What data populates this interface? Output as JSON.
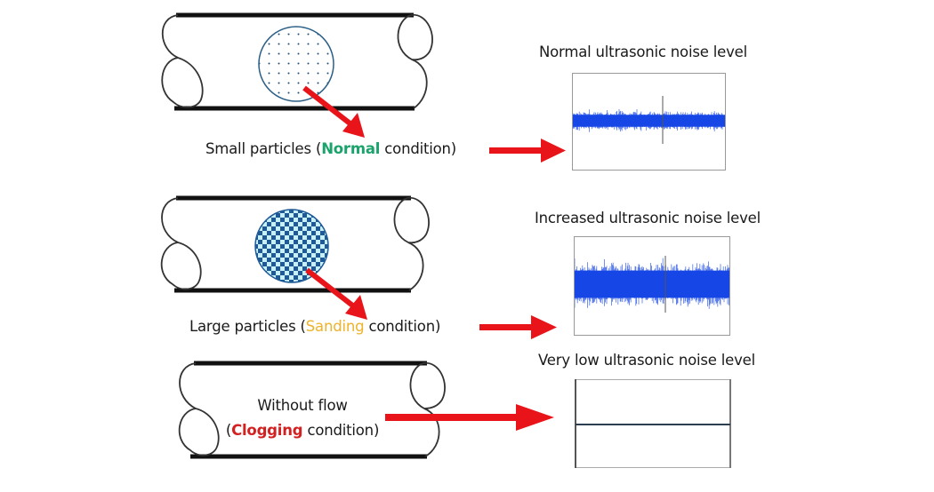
{
  "diagram": {
    "title_hidden": "",
    "colors": {
      "arrow": "#e8141a",
      "pipe_stroke": "#111111",
      "signal": "#1747e6",
      "checker_dark": "#1f5a96",
      "checker_light": "#c8f0f8",
      "dots": "#1f4f7a",
      "normal": "#1aa36a",
      "sanding": "#f0b22a",
      "clogging": "#d32020"
    },
    "rows": [
      {
        "id": "normal",
        "particle_pattern": "fine-dots",
        "label_prefix": "Small particles (",
        "label_highlight": "Normal",
        "label_suffix": " condition)",
        "signal_title": "Normal ultrasonic noise level",
        "signal_level": "normal"
      },
      {
        "id": "sanding",
        "particle_pattern": "checkerboard",
        "label_prefix": "Large particles (",
        "label_highlight": "Sanding",
        "label_suffix": " condition)",
        "signal_title": "Increased ultrasonic noise level",
        "signal_level": "increased"
      },
      {
        "id": "clogging",
        "particle_pattern": "none",
        "label_line1": "Without flow",
        "label_prefix": "(",
        "label_highlight": "Clogging",
        "label_suffix": " condition)",
        "signal_title": "Very low ultrasonic noise level",
        "signal_level": "flat"
      }
    ]
  },
  "chart_data": [
    {
      "type": "line",
      "title": "Normal ultrasonic noise level",
      "xlabel": "",
      "ylabel": "",
      "description": "ultrasonic noise signal, moderate amplitude band",
      "relative_amplitude": 0.3,
      "relative_spike_amplitude": 0.5,
      "grid": false
    },
    {
      "type": "line",
      "title": "Increased ultrasonic noise level",
      "xlabel": "",
      "ylabel": "",
      "description": "ultrasonic noise signal, high amplitude band",
      "relative_amplitude": 0.6,
      "relative_spike_amplitude": 1.0,
      "grid": false
    },
    {
      "type": "line",
      "title": "Very low ultrasonic noise level",
      "xlabel": "",
      "ylabel": "",
      "description": "flat line, near-zero signal",
      "relative_amplitude": 0.0,
      "relative_spike_amplitude": 0.0,
      "grid": false
    }
  ]
}
